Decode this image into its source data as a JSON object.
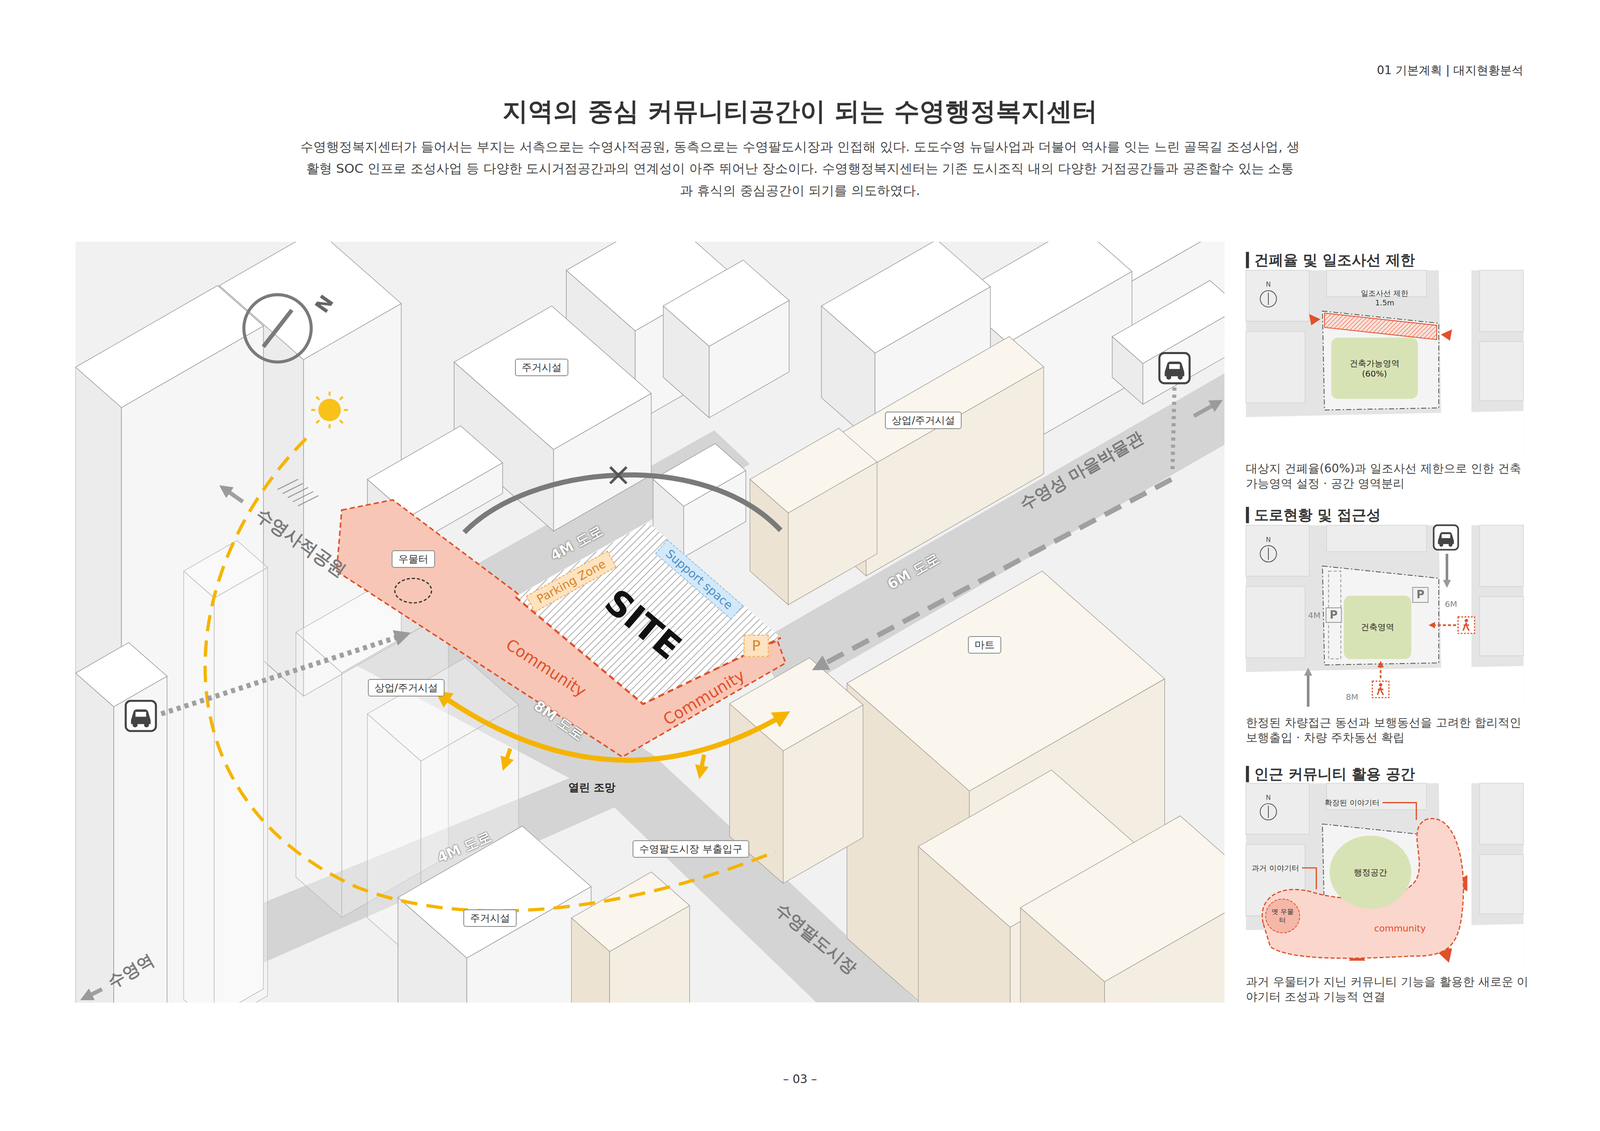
{
  "diagram": {
    "title": "지역의 중심 커뮤니티공간이 되는 수영행정복지센터",
    "caption": "수영행정복지센터가 들어서는 부지는 서측으로는 수영사적공원, 동측으로는 수영팔도시장과 인접해 있다. 도도수영 뉴딜사업과 더불어 역사를 잇는 느린 골목길 조성사업, 생활형 SOC 인프로 조성사업 등 다양한 도시거점공간과의 연계성이 아주 뛰어난 장소이다. 수영행정복지센터는 기존 도시조직 내의 다양한 거점공간들과 공존할수 있는 소통과 휴식의 중심공간이 되기를 의도하였다.",
    "nodes": [
      {
        "text": [
          "주거시설"
        ]
      },
      {
        "text": [
          "상업/주거시설"
        ]
      },
      {
        "text": [
          "우물터"
        ]
      },
      {
        "text": [
          "Community",
          "Community"
        ]
      },
      {
        "text": [
          "SITE"
        ]
      },
      {
        "text": [
          "Parking Zone"
        ],
        "in": 4
      },
      {
        "text": [
          "Support space"
        ],
        "in": 4
      },
      {
        "text": [
          "P"
        ]
      },
      {
        "text": [
          "마트"
        ]
      },
      {
        "text": [
          "상업/주거시설"
        ]
      },
      {
        "text": [
          "수영팔도시장 부출입구"
        ]
      },
      {
        "text": [
          "주거시설"
        ]
      },
      {
        "text": [
          "건축가능영역 (60%)"
        ]
      },
      {
        "text": [
          "P"
        ]
      },
      {
        "text": [
          "건축영역"
        ]
      },
      {
        "text": [
          "P"
        ]
      },
      {
        "text": [
          "community"
        ]
      },
      {
        "text": [
          "행정공간"
        ]
      },
      {
        "text": [
          "옛 우물터"
        ],
        "in": 16
      }
    ],
    "labels": [
      "01 기본계획 | 대지현황분석",
      "N",
      "수영사적공원",
      "4M 도로",
      "6M 도로",
      "수영성 마을박물관",
      "8M 도로",
      "열린 조망",
      "4M 도로",
      "수영역",
      "수영팔도시장",
      "건폐율 및 일조사선 제한",
      "N",
      "일조사선 제한 1.5m",
      "대상지 건폐율(60%)과 일조사선 제한으로 인한 건축 가능영역 설정 · 공간 영역분리",
      "도로현황 및 접근성",
      "N",
      "4M",
      "6M",
      "8M",
      "한정된 차량접근 동선과 보행동선을 고려한 합리적인 보행출입 · 차량 주차동선 확립",
      "인근 커뮤니티 활용 공간",
      "N",
      "확장된 이야기터",
      "과거 이야기터",
      "과거 우물터가 지닌 커뮤니티 기능을 활용한 새로운 이야기터 조성과 기능적 연결",
      "– 03 –"
    ]
  }
}
